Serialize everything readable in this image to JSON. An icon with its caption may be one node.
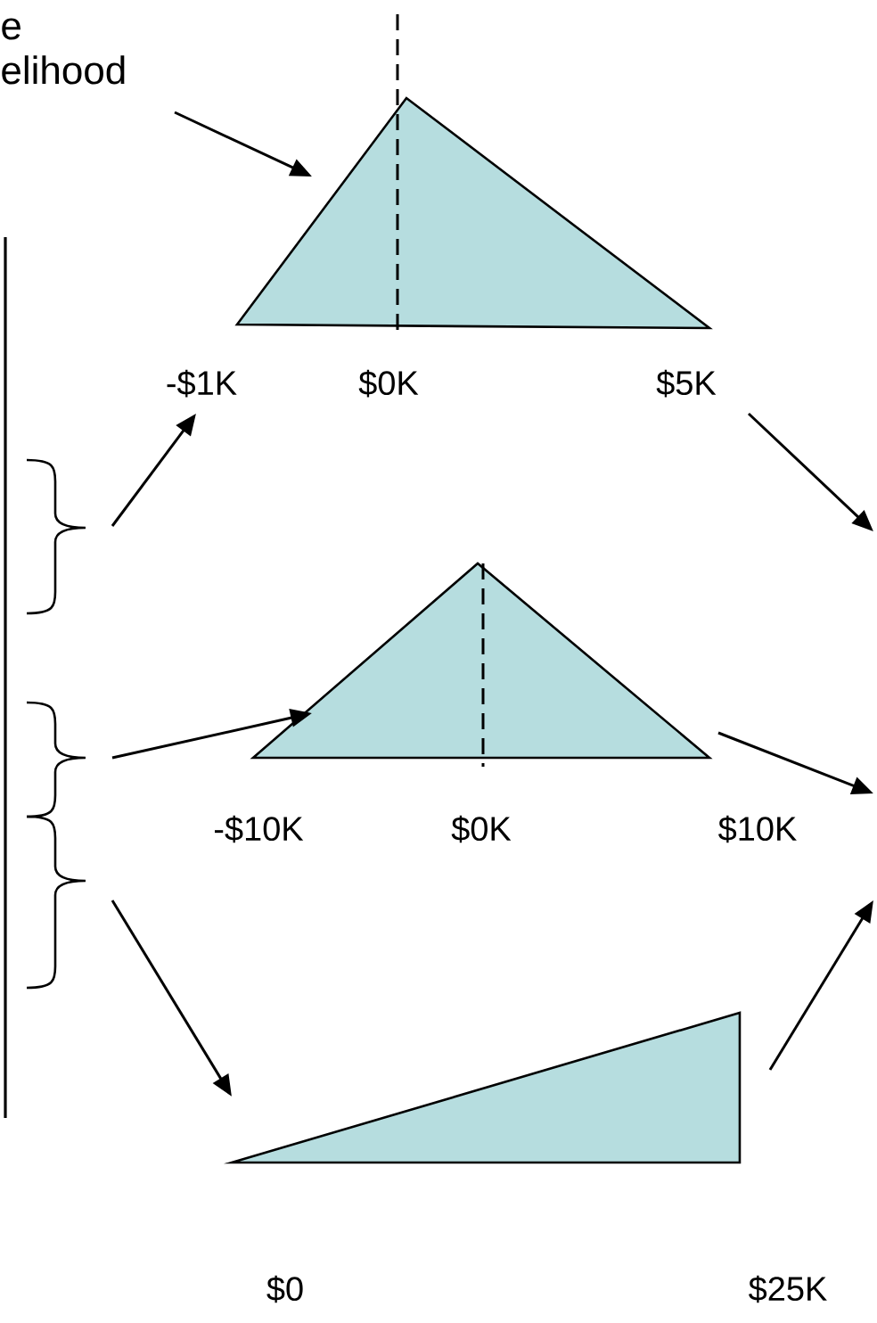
{
  "diagram": {
    "nodes": [
      {
        "text": [
          "e elihood"
        ]
      },
      {
        "text": [],
        "shape": "triangle",
        "beside": [
          "-$1K",
          "$0K",
          "$5K"
        ]
      },
      {
        "text": [],
        "shape": "brace"
      },
      {
        "text": [],
        "shape": "brace"
      },
      {
        "text": [],
        "shape": "brace"
      },
      {
        "text": [],
        "shape": "triangle",
        "beside": [
          "-$10K",
          "$0K",
          "$10K"
        ]
      },
      {
        "text": [],
        "shape": "triangle",
        "beside": [
          "$0",
          "$25K"
        ]
      }
    ],
    "edges": [
      {
        "from": 0,
        "to": 1,
        "arrow": "to"
      },
      {
        "from": 2,
        "to": 1,
        "arrow": "to"
      },
      {
        "from": 3,
        "to": 5,
        "arrow": "to"
      },
      {
        "from": 4,
        "to": 6,
        "arrow": "to"
      },
      {
        "from": 1,
        "to": null,
        "arrow": "to"
      },
      {
        "from": 5,
        "to": null,
        "arrow": "to"
      },
      {
        "from": 6,
        "to": null,
        "arrow": "to"
      }
    ]
  }
}
